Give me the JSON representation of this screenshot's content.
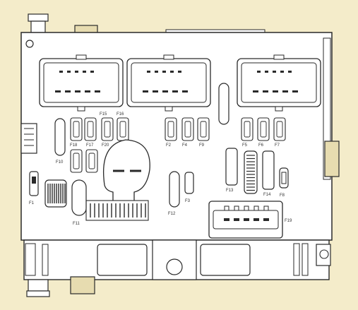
{
  "diagram": {
    "colors": {
      "background": "#f4ecca",
      "body": "#ffffff",
      "stroke": "#2a2a2a",
      "tab": "#e7dcb0"
    },
    "fuse_labels": [
      {
        "key": "f1",
        "text": "F1"
      },
      {
        "key": "f2",
        "text": "F2"
      },
      {
        "key": "f3",
        "text": "F3"
      },
      {
        "key": "f4",
        "text": "F4"
      },
      {
        "key": "f5",
        "text": "F5"
      },
      {
        "key": "f6",
        "text": "F6"
      },
      {
        "key": "f7",
        "text": "F7"
      },
      {
        "key": "f8",
        "text": "F8"
      },
      {
        "key": "f9",
        "text": "F9"
      },
      {
        "key": "f10",
        "text": "F10"
      },
      {
        "key": "f11",
        "text": "F11"
      },
      {
        "key": "f12",
        "text": "F12"
      },
      {
        "key": "f13",
        "text": "F13"
      },
      {
        "key": "f14",
        "text": "F14"
      },
      {
        "key": "f15",
        "text": "F15"
      },
      {
        "key": "f16",
        "text": "F16"
      },
      {
        "key": "f17",
        "text": "F17"
      },
      {
        "key": "f18",
        "text": "F18"
      },
      {
        "key": "f19",
        "text": "F19"
      },
      {
        "key": "f20",
        "text": "F20"
      }
    ]
  }
}
